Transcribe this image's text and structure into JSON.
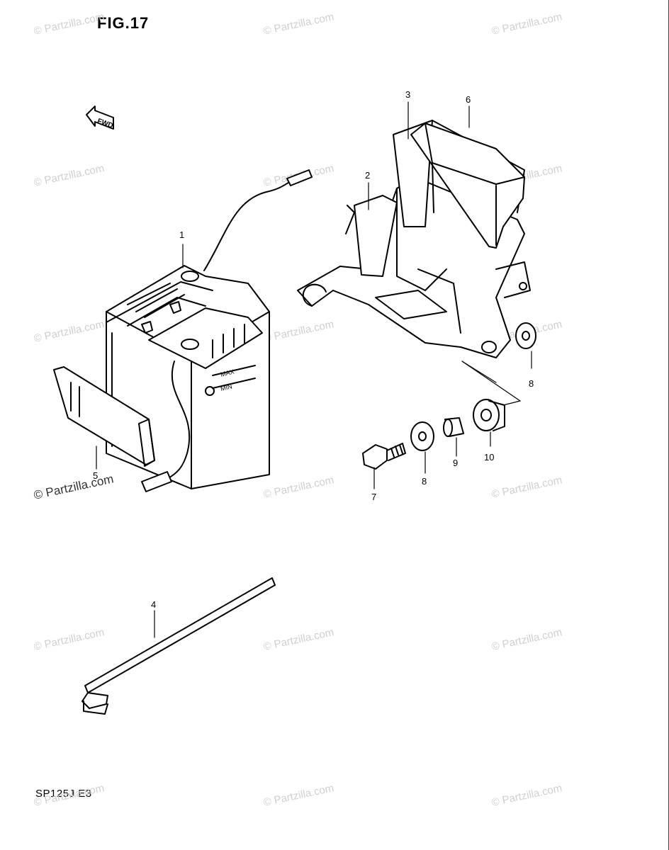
{
  "figure": {
    "title": "FIG.17",
    "model_code": "SP125J  E3"
  },
  "watermark": {
    "text": "© Partzilla.com"
  },
  "fwd_label": "FWD",
  "battery_labels": {
    "max": "MAX",
    "min": "MIN"
  },
  "callouts": [
    {
      "id": "1",
      "label": "1"
    },
    {
      "id": "2",
      "label": "2"
    },
    {
      "id": "3",
      "label": "3"
    },
    {
      "id": "4",
      "label": "4"
    },
    {
      "id": "5",
      "label": "5"
    },
    {
      "id": "6",
      "label": "6"
    },
    {
      "id": "7",
      "label": "7"
    },
    {
      "id": "8a",
      "label": "8"
    },
    {
      "id": "8b",
      "label": "8"
    },
    {
      "id": "9",
      "label": "9"
    },
    {
      "id": "10",
      "label": "10"
    }
  ]
}
